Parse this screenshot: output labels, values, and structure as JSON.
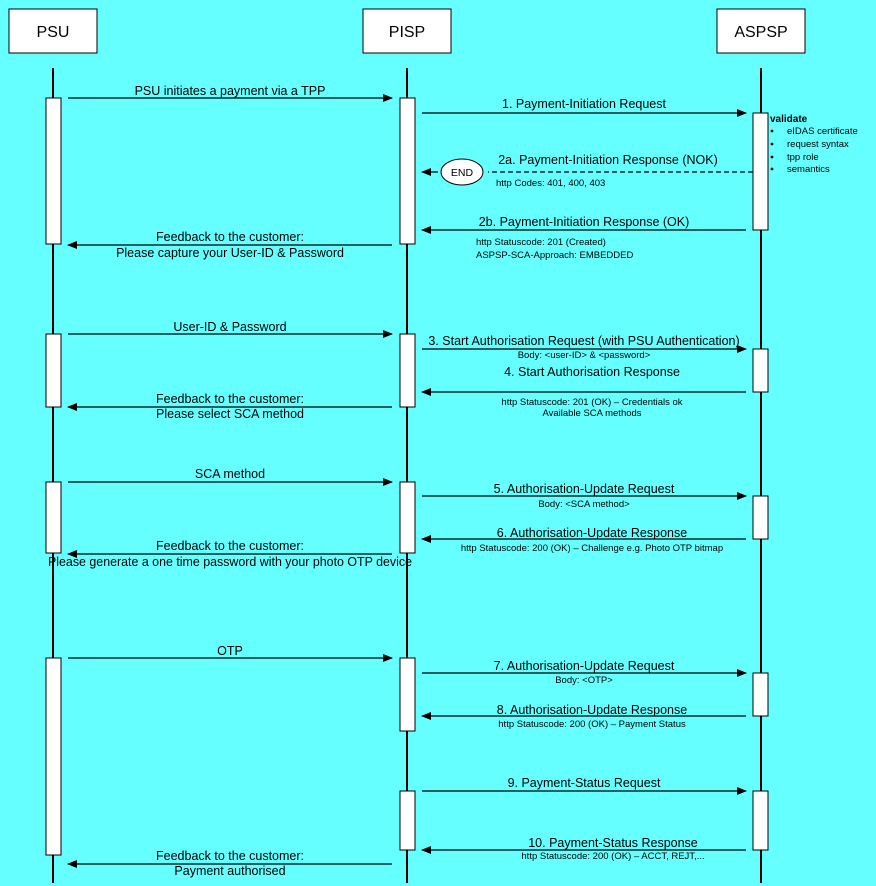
{
  "actors": {
    "psu": "PSU",
    "pisp": "PISP",
    "aspsp": "ASPSP"
  },
  "messages": {
    "m0": "PSU initiates a payment via a TPP",
    "m1": "1. Payment-Initiation Request",
    "m2a": "2a. Payment-Initiation Response (NOK)",
    "m2a_sub": "http Codes: 401, 400, 403",
    "end_label": "END",
    "m2b": "2b. Payment-Initiation Response (OK)",
    "m2b_sub1": "http Statuscode: 201 (Created)",
    "m2b_sub2": "ASPSP-SCA-Approach: EMBEDDED",
    "fb1_line1": "Feedback to the customer:",
    "fb1_line2": "Please capture your User-ID & Password",
    "m_userpw": "User-ID & Password",
    "m3": "3. Start Authorisation Request (with PSU Authentication)",
    "m3_sub": "Body: <user-ID> & <password>",
    "m4": "4. Start Authorisation Response",
    "m4_sub1": "http Statuscode: 201 (OK) – Credentials ok",
    "m4_sub2": "Available SCA methods",
    "fb2_line1": "Feedback to the customer:",
    "fb2_line2": "Please select  SCA method",
    "m_sca": "SCA method",
    "m5": "5. Authorisation-Update Request",
    "m5_sub": "Body: <SCA method>",
    "m6": "6. Authorisation-Update Response",
    "m6_sub": "http Statuscode: 200 (OK) – Challenge e.g. Photo OTP bitmap",
    "fb3_line1": "Feedback to the customer:",
    "fb3_line2": "Please generate a one time password with your photo OTP device",
    "m_otp": "OTP",
    "m7": "7. Authorisation-Update Request",
    "m7_sub": "Body: <OTP>",
    "m8": "8. Authorisation-Update Response",
    "m8_sub": "http Statuscode: 200 (OK) – Payment Status",
    "m9": "9. Payment-Status Request",
    "m10": "10. Payment-Status Response",
    "m10_sub": "http Statuscode: 200 (OK) – ACCT, REJT,...",
    "fb4_line1": "Feedback to the customer:",
    "fb4_line2": "Payment authorised"
  },
  "validate": {
    "title": "validate",
    "items": [
      "eIDAS certificate",
      "request syntax",
      "tpp role",
      "semantics"
    ]
  }
}
